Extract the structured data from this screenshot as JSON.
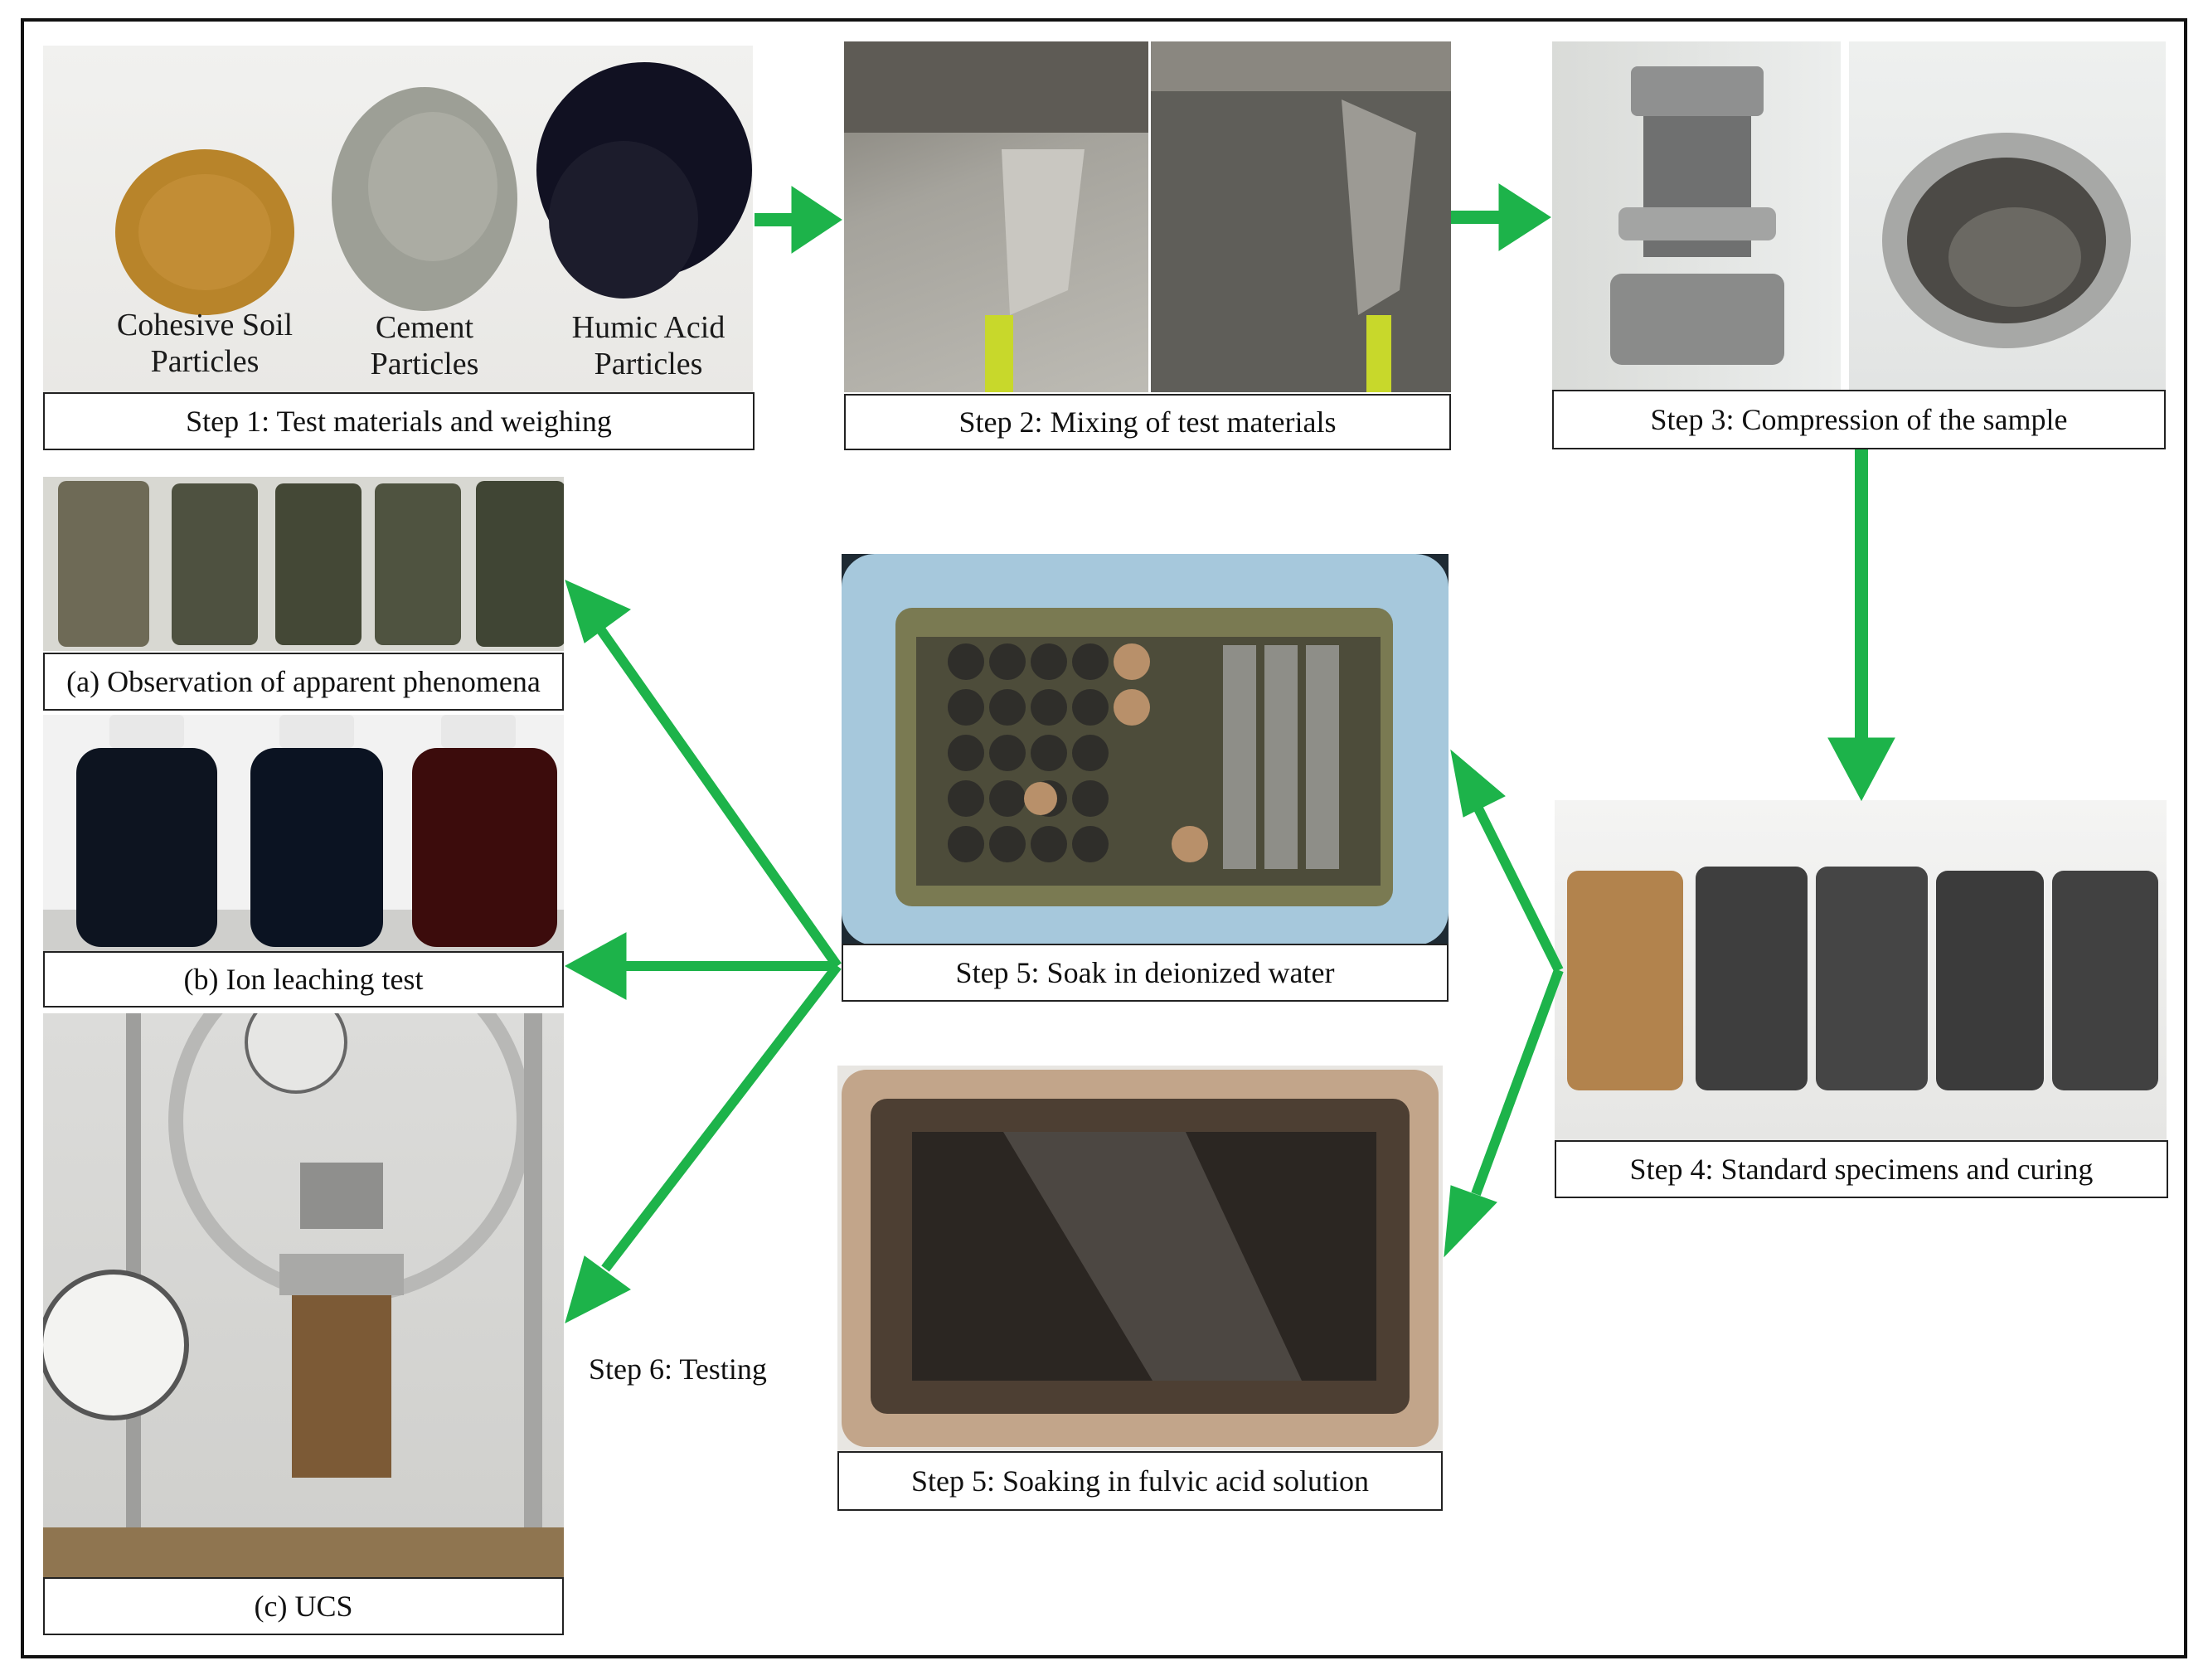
{
  "steps": {
    "step1": "Step 1: Test materials and weighing",
    "step2": "Step 2: Mixing of test materials",
    "step3": "Step 3: Compression of the sample",
    "step4": "Step 4: Standard specimens and curing",
    "step5_water": "Step 5: Soak in deionized water",
    "step5_fulvic": "Step 5: Soaking in fulvic acid solution",
    "step6": "Step 6: Testing"
  },
  "tests": {
    "a": "(a) Observation of apparent phenomena",
    "b": "(b) Ion leaching test",
    "c": "(c) UCS"
  },
  "materials": {
    "soil": [
      "Cohesive Soil",
      "Particles"
    ],
    "cement": [
      "Cement",
      "Particles"
    ],
    "humic": [
      "Humic Acid",
      "Particles"
    ]
  },
  "colors": {
    "arrow": "#1db34a",
    "frame": "#111111"
  }
}
